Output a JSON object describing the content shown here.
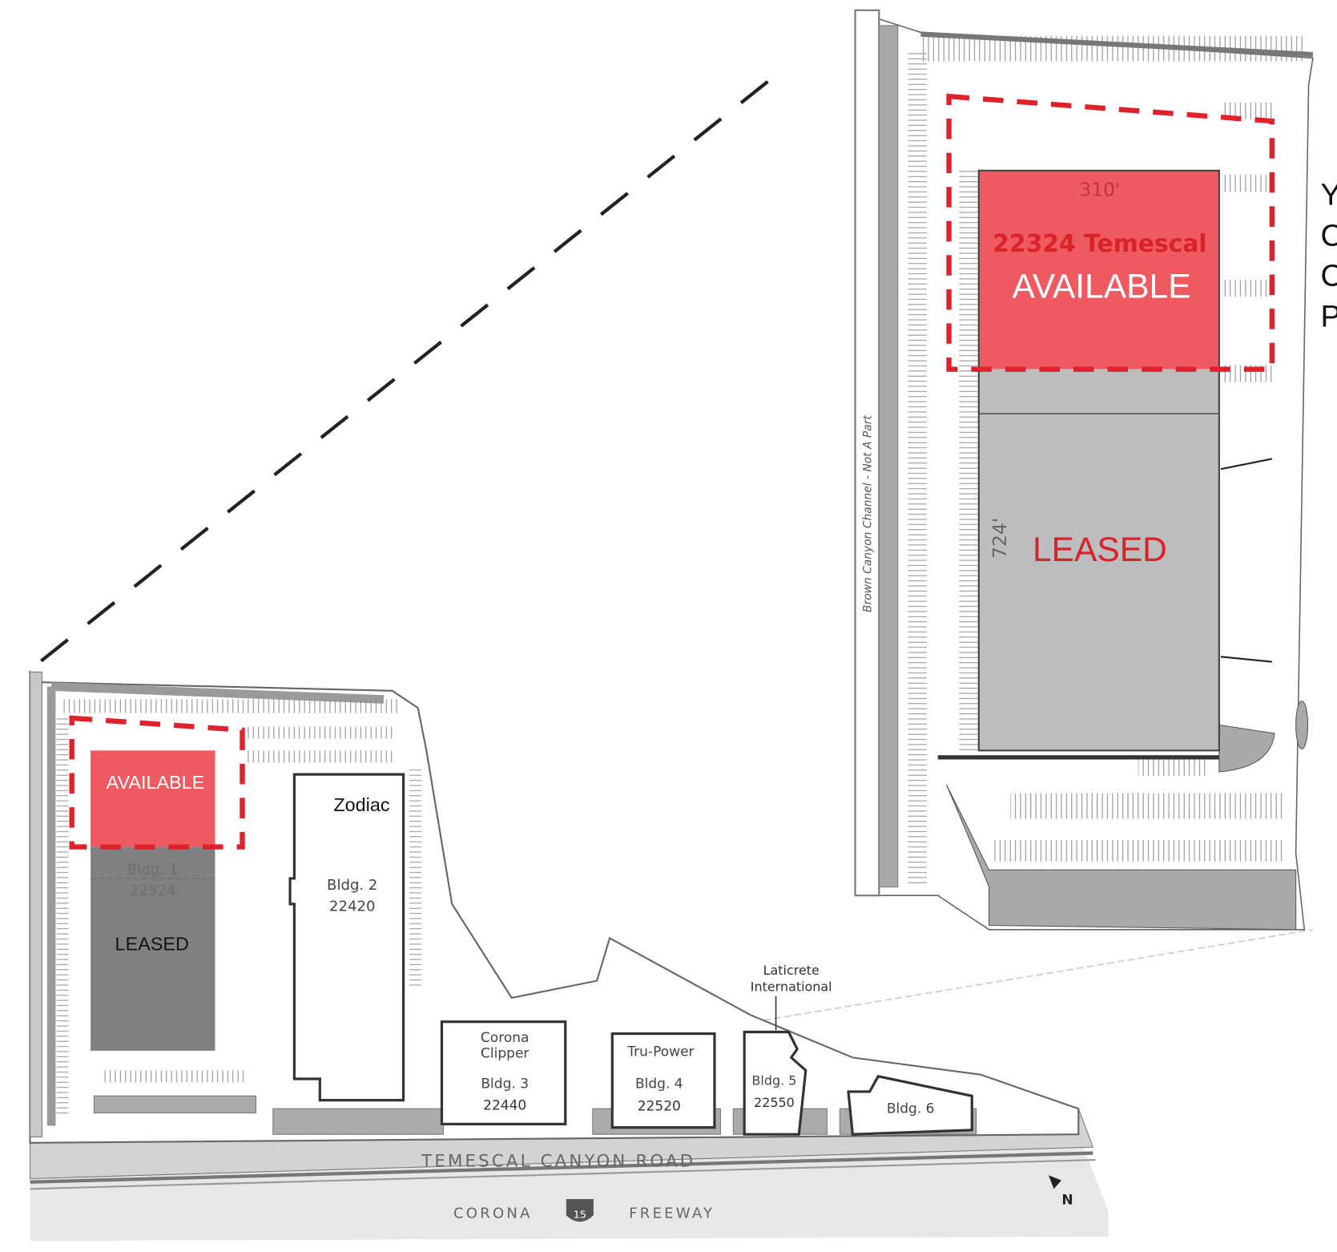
{
  "colors": {
    "available": "#ef5a60",
    "leased_dark": "#808083",
    "leased_light": "#bcbdbf",
    "dashed_outline": "#e0212b",
    "leased_text_inset": "#d9232b",
    "plan_gray": "#a7a9ab"
  },
  "site_plan": {
    "available_label": "AVAILABLE",
    "leased_label": "LEASED",
    "bldg1": {
      "name": "Bldg. 1",
      "number": "22324"
    },
    "bldg2": {
      "name": "Bldg. 2",
      "number": "22420",
      "tenant": "Zodiac"
    },
    "bldg3": {
      "name": "Bldg. 3",
      "number": "22440",
      "tenant_line1": "Corona",
      "tenant_line2": "Clipper"
    },
    "bldg4": {
      "name": "Bldg. 4",
      "number": "22520",
      "tenant": "Tru-Power"
    },
    "bldg5": {
      "name": "Bldg. 5",
      "number": "22550",
      "tenant_line1": "Laticrete",
      "tenant_line2": "International"
    },
    "bldg6": {
      "name": "Bldg. 6"
    },
    "road": "TEMESCAL CANYON ROAD",
    "freeway_left": "CORONA",
    "freeway_right": "FREEWAY",
    "freeway_shield": "15",
    "north": "N"
  },
  "inset": {
    "width_dim": "310'",
    "length_dim": "724'",
    "address": "22324 Temescal",
    "available_label": "AVAILABLE",
    "leased_label": "LEASED",
    "channel_label": "Brown Canyon Channel - Not A Part"
  },
  "side_text": [
    "Y",
    "C",
    "C",
    "P"
  ]
}
